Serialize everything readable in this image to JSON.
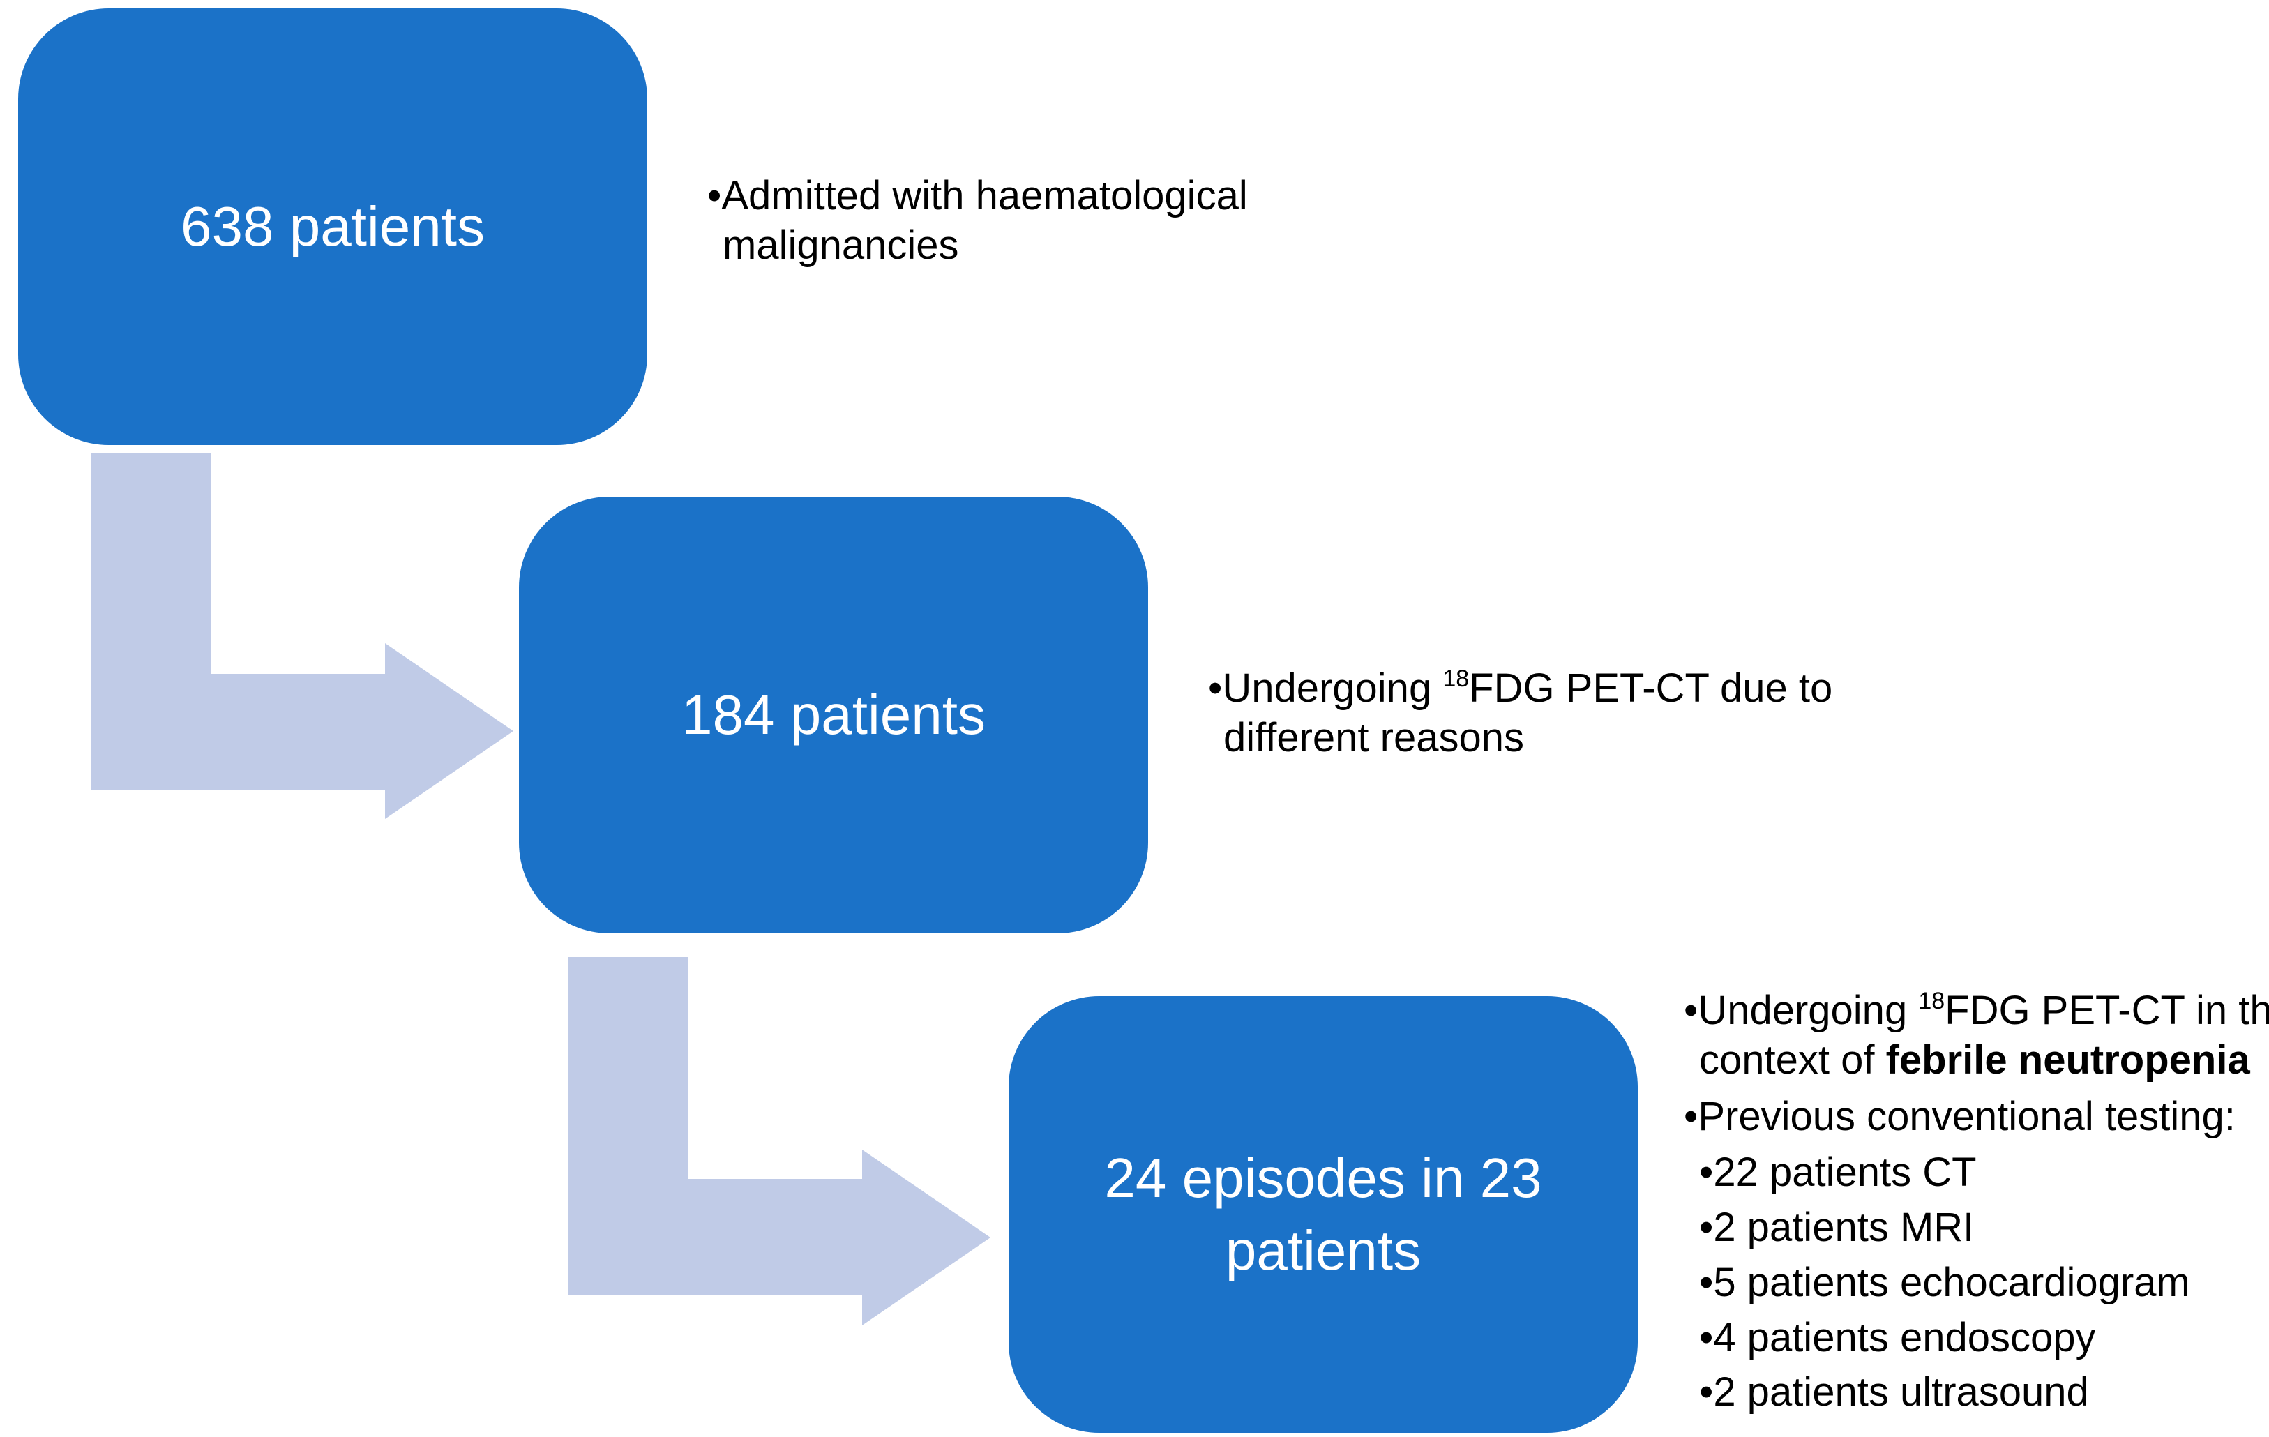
{
  "colors": {
    "box_fill": "#1b72c8",
    "arrow_fill": "#c0cbe7",
    "box_text": "#ffffff",
    "note_text": "#000000"
  },
  "steps": [
    {
      "label_lines": [
        "638 patients"
      ],
      "note": {
        "bullet": "•",
        "line1": "Admitted with haematological",
        "line2": "malignancies"
      }
    },
    {
      "label_lines": [
        "184 patients"
      ],
      "note": {
        "bullet": "•",
        "line1_pre": "Undergoing ",
        "line1_sup": "18",
        "line1_post": "FDG PET-CT due to",
        "line2": "different reasons"
      }
    },
    {
      "label_lines": [
        "24 episodes in 23",
        "patients"
      ],
      "note": {
        "bullet": "•",
        "line1_pre": "Undergoing ",
        "line1_sup": "18",
        "line1_post": "FDG PET-CT in the",
        "line2_pre": "context of ",
        "line2_bold": "febrile neutropenia",
        "line3": "Previous conventional testing:",
        "sub_items": [
          "22 patients CT",
          "2 patients MRI",
          "5 patients echocardiogram",
          "4 patients endoscopy",
          "2 patients ultrasound"
        ]
      }
    }
  ]
}
